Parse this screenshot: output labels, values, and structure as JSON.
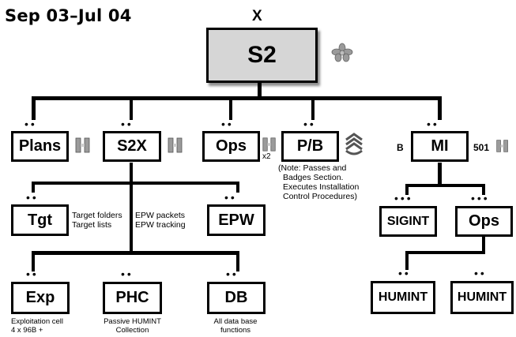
{
  "title": "Sep 03–Jul 04",
  "echelon_mark": "X",
  "top": {
    "label": "S2",
    "rank_icon": "oak-leaf-icon"
  },
  "sections": {
    "plans": {
      "label": "Plans",
      "dots": "••",
      "rank_icon": "captain-bars-icon"
    },
    "s2x": {
      "label": "S2X",
      "dots": "••",
      "rank_icon": "captain-bars-icon"
    },
    "ops": {
      "label": "Ops",
      "dots": "••",
      "rank_icon": "captain-bars-icon",
      "multiplier": "x2"
    },
    "pb": {
      "label": "P/B",
      "dots": "••",
      "rank_icon": "sergeant-stripes-icon",
      "note": [
        "(Note: Passes and",
        "Badges Section.",
        "Executes Installation",
        "Control Procedures)"
      ]
    },
    "mi": {
      "label": "MI",
      "dots": "••",
      "prefix": "B",
      "suffix": "501",
      "rank_icon": "captain-bars-icon"
    }
  },
  "s2x_children": {
    "tgt": {
      "label": "Tgt",
      "dots": "••",
      "note": [
        "Target folders",
        "Target lists"
      ]
    },
    "epw": {
      "label": "EPW",
      "dots": "••",
      "note": [
        "EPW packets",
        "EPW tracking"
      ]
    }
  },
  "lower": {
    "exp": {
      "label": "Exp",
      "dots": "••",
      "note": [
        "Exploitation cell",
        "4 x 96B +"
      ]
    },
    "phc": {
      "label": "PHC",
      "dots": "••",
      "note": [
        "Passive HUMINT",
        "Collection"
      ]
    },
    "db": {
      "label": "DB",
      "dots": "••",
      "note": [
        "All data base",
        "functions"
      ]
    }
  },
  "mi_children": {
    "sigint": {
      "label": "SIGINT",
      "dots": "•••"
    },
    "ops": {
      "label": "Ops",
      "dots": "•••"
    }
  },
  "humint": {
    "left": {
      "label": "HUMINT",
      "dots": "••"
    },
    "right": {
      "label": "HUMINT",
      "dots": "••"
    }
  }
}
